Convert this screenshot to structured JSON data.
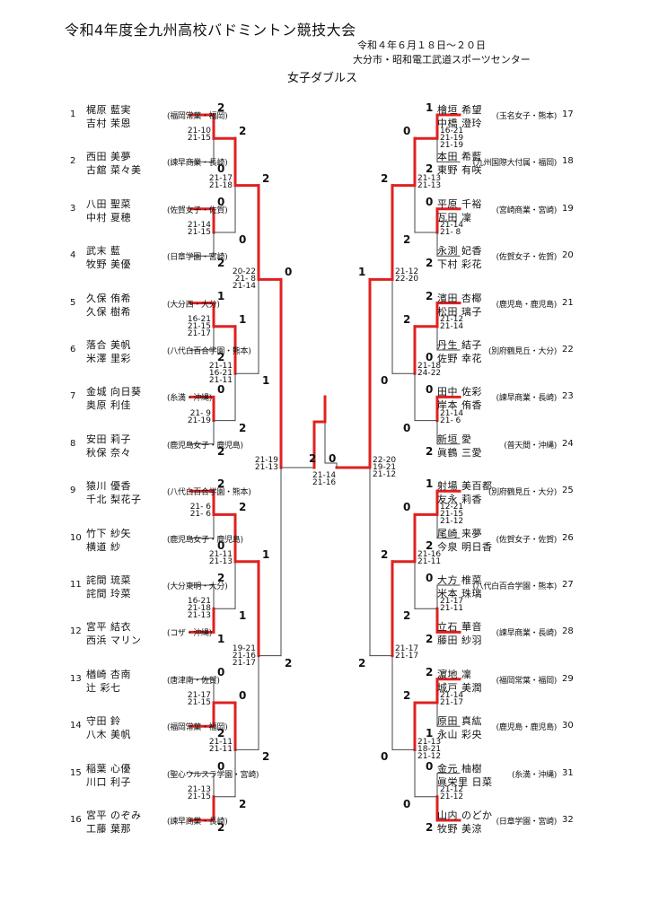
{
  "header": {
    "title": "令和4年度全九州高校バドミントン競技大会",
    "date": "令和４年６月１８日～２０日",
    "venue": "大分市・昭和電工武道スポーツセンター",
    "event": "女子ダブルス"
  },
  "players": [
    {
      "n": "1",
      "a": "梶原 藍実",
      "b": "吉村 茉恩",
      "s": "(福岡常葉・福岡)"
    },
    {
      "n": "2",
      "a": "西田 美夢",
      "b": "古舘 菜々美",
      "s": "(諫早商業・長崎)"
    },
    {
      "n": "3",
      "a": "八田 聖菜",
      "b": "中村 夏穂",
      "s": "(佐賀女子・佐賀)"
    },
    {
      "n": "4",
      "a": "武末 藍",
      "b": "牧野 美優",
      "s": "(日章学園・宮崎)"
    },
    {
      "n": "5",
      "a": "久保 侑希",
      "b": "久保 樹希",
      "s": "(大分西・大分)"
    },
    {
      "n": "6",
      "a": "落合 美帆",
      "b": "米澤 里彩",
      "s": "(八代白百合学園・熊本)"
    },
    {
      "n": "7",
      "a": "金城 向日葵",
      "b": "奥原 利佳",
      "s": "(糸満・沖縄)"
    },
    {
      "n": "8",
      "a": "安田 莉子",
      "b": "秋保 奈々",
      "s": "(鹿児島女子・鹿児島)"
    },
    {
      "n": "9",
      "a": "猿川 優香",
      "b": "千北 梨花子",
      "s": "(八代白百合学園・熊本)"
    },
    {
      "n": "10",
      "a": "竹下 紗矢",
      "b": "横道 紗",
      "s": "(鹿児島女子・鹿児島)"
    },
    {
      "n": "11",
      "a": "詫間 琉菜",
      "b": "詫間 玲菜",
      "s": "(大分東明・大分)"
    },
    {
      "n": "12",
      "a": "宮平 結衣",
      "b": "西浜 マリン",
      "s": "(コザ・沖縄)"
    },
    {
      "n": "13",
      "a": "楢崎 杏南",
      "b": "辻 彩七",
      "s": "(唐津南・佐賀)"
    },
    {
      "n": "14",
      "a": "守田 鈴",
      "b": "八木 美帆",
      "s": "(福岡常葉・福岡)"
    },
    {
      "n": "15",
      "a": "稲葉 心優",
      "b": "川口 利子",
      "s": "(聖心ウルスラ学園・宮崎)"
    },
    {
      "n": "16",
      "a": "宮平 のぞみ",
      "b": "工藤 葉那",
      "s": "(諫早商業・長崎)"
    },
    {
      "n": "17",
      "a": "檜垣 希望",
      "b": "中橋 澄玲",
      "s": "(玉名女子・熊本)"
    },
    {
      "n": "18",
      "a": "本田 希藍",
      "b": "東野 有咲",
      "s": "(九州国際大付属・福岡)"
    },
    {
      "n": "19",
      "a": "平原 千裕",
      "b": "瓦田 凜",
      "s": "(宮崎商業・宮崎)"
    },
    {
      "n": "20",
      "a": "永渕 妃香",
      "b": "下村 彩花",
      "s": "(佐賀女子・佐賀)"
    },
    {
      "n": "21",
      "a": "濱田 杏椰",
      "b": "松田 璃子",
      "s": "(鹿児島・鹿児島)"
    },
    {
      "n": "22",
      "a": "丹生 結子",
      "b": "佐野 幸花",
      "s": "(別府鶴見丘・大分)"
    },
    {
      "n": "23",
      "a": "田中 佐彩",
      "b": "岸本 侑香",
      "s": "(諫早商業・長崎)"
    },
    {
      "n": "24",
      "a": "新垣 愛",
      "b": "眞鶴 三愛",
      "s": "(普天間・沖縄)"
    },
    {
      "n": "25",
      "a": "射場 美百都",
      "b": "友永 莉香",
      "s": "(別府鶴見丘・大分)"
    },
    {
      "n": "26",
      "a": "尾崎 来夢",
      "b": "今泉 明日香",
      "s": "(佐賀女子・佐賀)"
    },
    {
      "n": "27",
      "a": "大方 椎菜",
      "b": "米本 珠璃",
      "s": "(八代白百合学園・熊本)"
    },
    {
      "n": "28",
      "a": "立石 華音",
      "b": "藤田 紗羽",
      "s": "(諫早商業・長崎)"
    },
    {
      "n": "29",
      "a": "濵地 凜",
      "b": "城戸 美潤",
      "s": "(福岡常葉・福岡)"
    },
    {
      "n": "30",
      "a": "原田 真紘",
      "b": "永山 彩央",
      "s": "(鹿児島・鹿児島)"
    },
    {
      "n": "31",
      "a": "金元 柚樹",
      "b": "眞栄里 日菜",
      "s": "(糸満・沖縄)"
    },
    {
      "n": "32",
      "a": "山内 のどか",
      "b": "牧野 美涼",
      "s": "(日章学園・宮崎)"
    }
  ],
  "r1": [
    {
      "sc": "21-10\n21-15",
      "l": "2",
      "w": "0"
    },
    {
      "sc": "21-14\n21-15",
      "l": "0",
      "w": "2"
    },
    {
      "sc": "16-21\n21-15\n21-17",
      "l": "1",
      "w": "2"
    },
    {
      "sc": "21- 9\n21-19",
      "l": "0",
      "w": "2"
    },
    {
      "sc": "21- 6\n21- 6",
      "l": "2",
      "w": "0"
    },
    {
      "sc": "16-21\n21-18\n21-13",
      "l": "2",
      "w": "1"
    },
    {
      "sc": "21-17\n21-15",
      "l": "0",
      "w": "2"
    },
    {
      "sc": "21-13\n21-15",
      "l": "0",
      "w": "2"
    },
    {
      "sc": "16-21\n21-19\n21-19",
      "l": "1",
      "w": "2"
    },
    {
      "sc": "21-14\n21- 8",
      "l": "0",
      "w": "2"
    },
    {
      "sc": "21-12\n21-14",
      "l": "2",
      "w": "0"
    },
    {
      "sc": "21-14\n21- 6",
      "l": "0",
      "w": "2"
    },
    {
      "sc": "12-21\n21-15\n21-12",
      "l": "1",
      "w": "2"
    },
    {
      "sc": "21-17\n21-11",
      "l": "0",
      "w": "2"
    },
    {
      "sc": "21-14\n21-17",
      "l": "2",
      "w": "1"
    },
    {
      "sc": "21-12\n21-12",
      "l": "0",
      "w": "2"
    }
  ],
  "r2": [
    {
      "sc": "21-17\n21-18",
      "l": "2",
      "w": "0"
    },
    {
      "sc": "21-11\n16-21\n21-11",
      "l": "1",
      "w": "2"
    },
    {
      "sc": "21-11\n21-13",
      "l": "2",
      "w": "1"
    },
    {
      "sc": "21-11\n21-11",
      "l": "0",
      "w": "2"
    },
    {
      "sc": "21-13\n21-13",
      "l": "0",
      "w": "2"
    },
    {
      "sc": "21-18\n24-22",
      "l": "2",
      "w": "0"
    },
    {
      "sc": "21-16\n21-11",
      "l": "0",
      "w": "2"
    },
    {
      "sc": "21-13\n18-21\n21-12",
      "l": "2",
      "w": "0"
    }
  ],
  "r3": [
    {
      "sc": "20-22\n21- 8\n21-14",
      "l": "2",
      "w": "1"
    },
    {
      "sc": "19-21\n21-16\n21-17",
      "l": "1",
      "w": "2"
    },
    {
      "sc": "21-12\n22-20",
      "l": "2",
      "w": "0"
    },
    {
      "sc": "21-17\n21-17",
      "l": "2",
      "w": "0"
    }
  ],
  "r4": [
    {
      "sc": "21-19\n21-13",
      "l": "0",
      "w": "2"
    },
    {
      "sc": "22-20\n19-21\n21-12",
      "l": "1",
      "w": "2"
    }
  ],
  "final": {
    "sc": "21-14\n21-16",
    "l": "2",
    "w": "0"
  }
}
